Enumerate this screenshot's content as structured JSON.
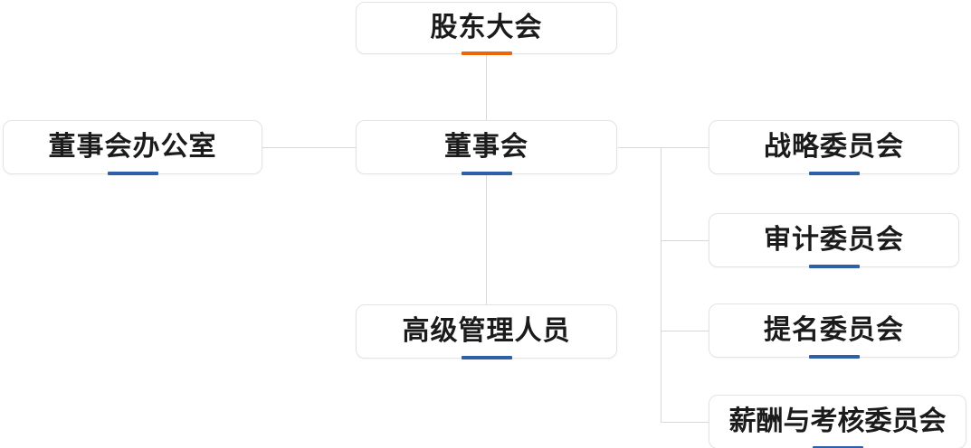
{
  "chart": {
    "type": "org-chart",
    "title": "",
    "accent_colors": {
      "orange": "#ec6608",
      "blue": "#2f5fa8"
    },
    "line_color": "#d8d8d8",
    "box_border_color": "#e3e3e3",
    "nodes": [
      {
        "id": "shareholders-meeting",
        "label": "股东大会",
        "accent": "orange",
        "level": 1
      },
      {
        "id": "board-office",
        "label": "董事会办公室",
        "accent": "blue",
        "level": 2
      },
      {
        "id": "board-of-directors",
        "label": "董事会",
        "accent": "blue",
        "level": 2
      },
      {
        "id": "strategy-committee",
        "label": "战略委员会",
        "accent": "blue",
        "level": 3
      },
      {
        "id": "audit-committee",
        "label": "审计委员会",
        "accent": "blue",
        "level": 3
      },
      {
        "id": "nomination-committee",
        "label": "提名委员会",
        "accent": "blue",
        "level": 3
      },
      {
        "id": "remuneration-appraisal-committee",
        "label": "薪酬与考核委员会",
        "accent": "blue",
        "level": 3
      },
      {
        "id": "senior-management",
        "label": "高级管理人员",
        "accent": "blue",
        "level": 3
      }
    ],
    "edges": [
      {
        "from": "shareholders-meeting",
        "to": "board-of-directors"
      },
      {
        "from": "board-of-directors",
        "to": "board-office"
      },
      {
        "from": "board-of-directors",
        "to": "senior-management"
      },
      {
        "from": "board-of-directors",
        "to": "strategy-committee"
      },
      {
        "from": "board-of-directors",
        "to": "audit-committee"
      },
      {
        "from": "board-of-directors",
        "to": "nomination-committee"
      },
      {
        "from": "board-of-directors",
        "to": "remuneration-appraisal-committee"
      }
    ]
  }
}
